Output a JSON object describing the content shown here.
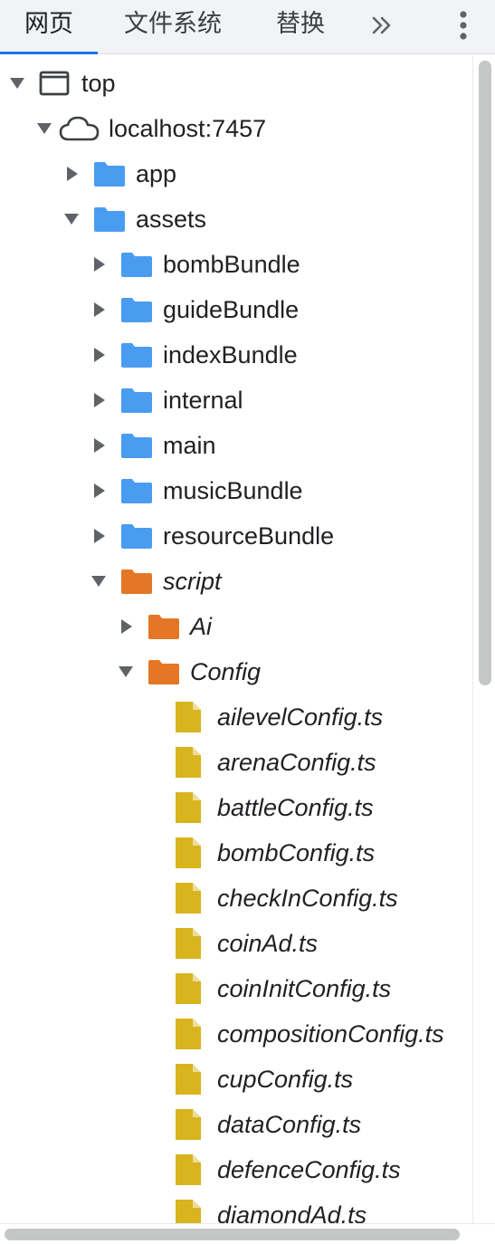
{
  "tabs": [
    {
      "label": "网页",
      "active": true
    },
    {
      "label": "文件系统",
      "active": false
    },
    {
      "label": "替换",
      "active": false
    }
  ],
  "tab_overflow_icon": "chevron-double-right-icon",
  "menu_icon": "more-vertical-icon",
  "colors": {
    "folder_blue": "#4a9cf0",
    "folder_orange": "#e37725",
    "file_yellow": "#d8b41f",
    "tab_underline": "#1a73e8",
    "arrow": "#5f6368"
  },
  "tree": [
    {
      "label": "top",
      "kind": "frame",
      "expanded": true,
      "italic": false
    },
    {
      "label": "localhost:7457",
      "kind": "cloud",
      "expanded": true,
      "italic": false
    },
    {
      "label": "app",
      "kind": "folder",
      "expanded": false,
      "italic": false
    },
    {
      "label": "assets",
      "kind": "folder",
      "expanded": true,
      "italic": false
    },
    {
      "label": "bombBundle",
      "kind": "folder",
      "expanded": false,
      "italic": false
    },
    {
      "label": "guideBundle",
      "kind": "folder",
      "expanded": false,
      "italic": false
    },
    {
      "label": "indexBundle",
      "kind": "folder",
      "expanded": false,
      "italic": false
    },
    {
      "label": "internal",
      "kind": "folder",
      "expanded": false,
      "italic": false
    },
    {
      "label": "main",
      "kind": "folder",
      "expanded": false,
      "italic": false
    },
    {
      "label": "musicBundle",
      "kind": "folder",
      "expanded": false,
      "italic": false
    },
    {
      "label": "resourceBundle",
      "kind": "folder",
      "expanded": false,
      "italic": false
    },
    {
      "label": "script",
      "kind": "folder-mapped",
      "expanded": true,
      "italic": true
    },
    {
      "label": "Ai",
      "kind": "folder-mapped",
      "expanded": false,
      "italic": true
    },
    {
      "label": "Config",
      "kind": "folder-mapped",
      "expanded": true,
      "italic": true
    },
    {
      "label": "ailevelConfig.ts",
      "kind": "file",
      "italic": true
    },
    {
      "label": "arenaConfig.ts",
      "kind": "file",
      "italic": true
    },
    {
      "label": "battleConfig.ts",
      "kind": "file",
      "italic": true
    },
    {
      "label": "bombConfig.ts",
      "kind": "file",
      "italic": true
    },
    {
      "label": "checkInConfig.ts",
      "kind": "file",
      "italic": true
    },
    {
      "label": "coinAd.ts",
      "kind": "file",
      "italic": true
    },
    {
      "label": "coinInitConfig.ts",
      "kind": "file",
      "italic": true
    },
    {
      "label": "compositionConfig.ts",
      "kind": "file",
      "italic": true
    },
    {
      "label": "cupConfig.ts",
      "kind": "file",
      "italic": true
    },
    {
      "label": "dataConfig.ts",
      "kind": "file",
      "italic": true
    },
    {
      "label": "defenceConfig.ts",
      "kind": "file",
      "italic": true
    },
    {
      "label": "diamondAd.ts",
      "kind": "file",
      "italic": true
    }
  ]
}
